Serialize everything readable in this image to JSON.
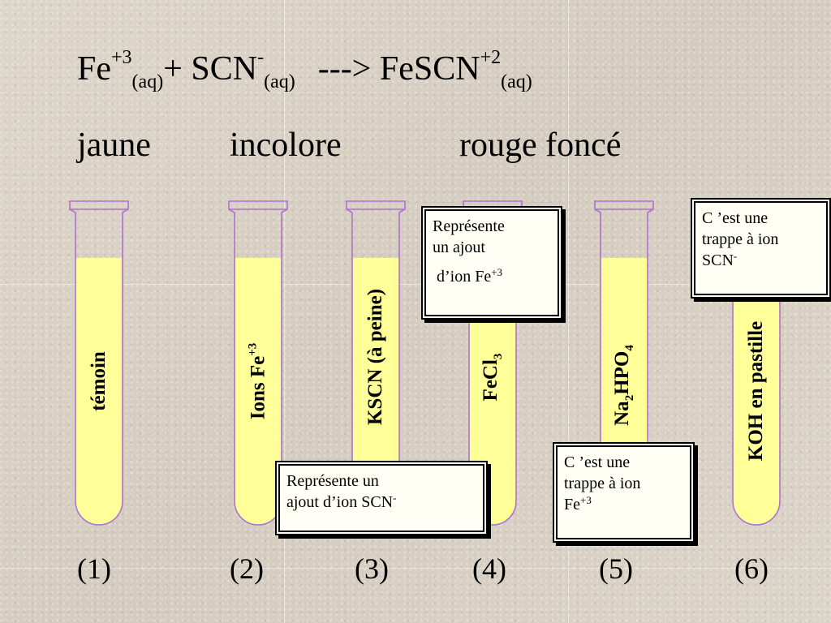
{
  "equation": {
    "reactant1": "Fe",
    "reactant1_charge": "+3",
    "reactant1_state": "(aq)",
    "plus": "+ SCN",
    "reactant2_charge": "-",
    "reactant2_state": "(aq)",
    "arrow": "--->",
    "product": "FeSCN",
    "product_charge": "+2",
    "product_state": "(aq)"
  },
  "colors": {
    "jaune": "jaune",
    "incolore": "incolore",
    "rouge": "rouge foncé"
  },
  "tubes": [
    {
      "label": "témoin",
      "number": "(1)"
    },
    {
      "label": "Ions Fe",
      "label_sup": "+3",
      "number": "(2)"
    },
    {
      "label": "KSCN (à peine)",
      "number": "(3)"
    },
    {
      "label": "FeCl",
      "label_sub": "3",
      "number": "(4)"
    },
    {
      "label_a": "Na",
      "label_sub": "2",
      "label_b": "HPO",
      "label_sub2": "4",
      "number": "(5)"
    },
    {
      "label": "KOH en pastille",
      "number": "(6)"
    }
  ],
  "notes": {
    "fe_add_line1": "Représente",
    "fe_add_line2": "un ajout",
    "fe_add_line3": " d’ion Fe",
    "fe_add_sup": "+3",
    "scn_add_line1": "Représente un",
    "scn_add_line2": "ajout d’ion SCN",
    "scn_add_sup": "-",
    "scn_trap_line1": "C ’est une",
    "scn_trap_line2": "trappe à ion",
    "scn_trap_line3": "SCN",
    "scn_trap_sup": "-",
    "fe_trap_line1": "C ’est une",
    "fe_trap_line2": "trappe à ion",
    "fe_trap_line3": "Fe",
    "fe_trap_sup": "+3"
  },
  "palette": {
    "liquid": "#ffff99",
    "tube_outline": "#b070d0"
  }
}
